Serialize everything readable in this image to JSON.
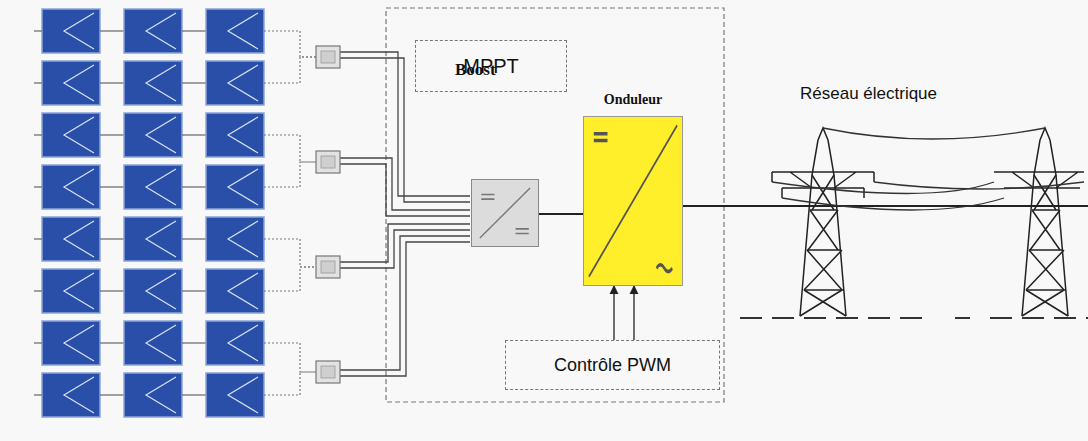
{
  "diagram": {
    "nodes": [
      {
        "text": [
          "MPPT"
        ]
      },
      {
        "text": [
          "Boost"
        ]
      },
      {
        "text": [
          "Onduleur"
        ]
      },
      {
        "text": [
          "Contrôle PWM"
        ]
      }
    ],
    "edges": [
      {
        "from": 1,
        "to": 2,
        "arrow": "none"
      },
      {
        "from": 3,
        "to": 2,
        "arrow": "to"
      },
      {
        "from": 3,
        "to": 2,
        "arrow": "to"
      }
    ],
    "labels": [
      "Réseau électrique"
    ]
  }
}
